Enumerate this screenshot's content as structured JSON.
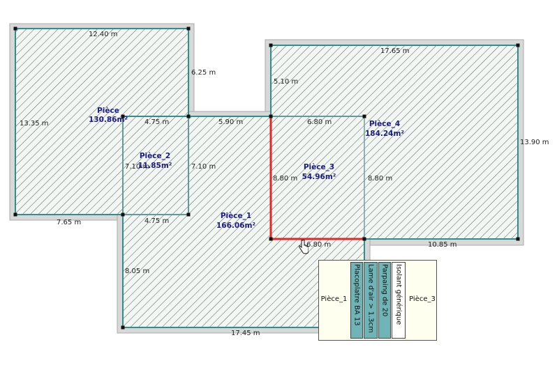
{
  "rooms": [
    {
      "name": "Pièce",
      "area": "130.86m²"
    },
    {
      "name": "Pièce_1",
      "area": "166.06m²"
    },
    {
      "name": "Pièce_2",
      "area": "11.85m²"
    },
    {
      "name": "Pièce_3",
      "area": "54.96m²"
    },
    {
      "name": "Pièce_4",
      "area": "184.24m²"
    }
  ],
  "dimensions": {
    "d1": "12.40 m",
    "d2": "6.25 m",
    "d3": "13.35 m",
    "d4": "7.65 m",
    "d5": "4.75 m",
    "d6": "5.90 m",
    "d7": "6.80 m",
    "d8": "7.10 m",
    "d9": "7.10 m",
    "d10": "4.75 m",
    "d11": "17.65 m",
    "d12": "5.10 m",
    "d13": "13.90 m",
    "d14": "8.80 m",
    "d15": "8.80 m",
    "d16": "10.85 m",
    "d17": "6.80 m",
    "d18": "8.05 m",
    "d19": "17.45 m"
  },
  "popup": {
    "left_room": "Pièce_1",
    "right_room": "Pièce_3",
    "layers": [
      {
        "label": "Placoplatre BA 13",
        "color": "#6fb5b8"
      },
      {
        "label": "Lame d'air > 1.3cm",
        "color": "#6fb5b8"
      },
      {
        "label": "Parpaing de 20",
        "color": "#6fb5b8"
      },
      {
        "label": "Isolant générique",
        "color": "#ffffff"
      }
    ]
  },
  "colors": {
    "wall": "#2f8f8f",
    "wall_outer": "#d2d2d2",
    "selected_wall": "#e32626",
    "hatch": "#444444"
  }
}
